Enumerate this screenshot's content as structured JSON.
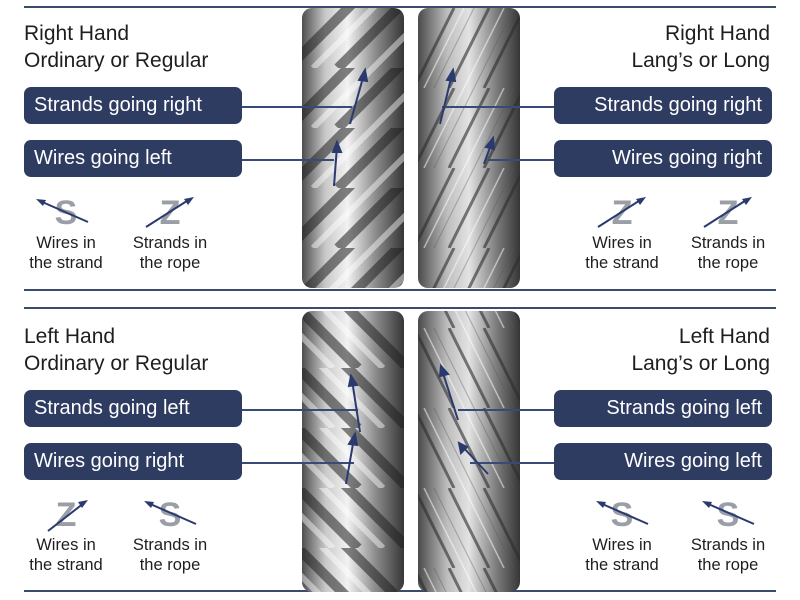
{
  "panels": {
    "top_left": {
      "title_line1": "Right Hand",
      "title_line2": "Ordinary or Regular",
      "label_strands": "Strands going right",
      "label_wires": "Wires going left",
      "sym1": {
        "letter": "S",
        "line1": "Wires in",
        "line2": "the strand"
      },
      "sym2": {
        "letter": "Z",
        "line1": "Strands in",
        "line2": "the rope"
      }
    },
    "top_right": {
      "title_line1": "Right Hand",
      "title_line2": "Lang’s or Long",
      "label_strands": "Strands going right",
      "label_wires": "Wires going right",
      "sym1": {
        "letter": "Z",
        "line1": "Wires in",
        "line2": "the strand"
      },
      "sym2": {
        "letter": "Z",
        "line1": "Strands in",
        "line2": "the rope"
      }
    },
    "bottom_left": {
      "title_line1": "Left Hand",
      "title_line2": "Ordinary or Regular",
      "label_strands": "Strands going left",
      "label_wires": "Wires going right",
      "sym1": {
        "letter": "Z",
        "line1": "Wires in",
        "line2": "the strand"
      },
      "sym2": {
        "letter": "S",
        "line1": "Strands in",
        "line2": "the rope"
      }
    },
    "bottom_right": {
      "title_line1": "Left Hand",
      "title_line2": "Lang’s or Long",
      "label_strands": "Strands going left",
      "label_wires": "Wires going left",
      "sym1": {
        "letter": "S",
        "line1": "Wires in",
        "line2": "the strand"
      },
      "sym2": {
        "letter": "S",
        "line1": "Strands in",
        "line2": "the rope"
      }
    }
  },
  "colors": {
    "pill_bg": "#2f3c62",
    "pill_text": "#ffffff",
    "arrow": "#2b3a6e",
    "rule": "#3c4a6e",
    "symbol_letter": "#9a9ea6",
    "rope_dark": "#2a2a2a",
    "rope_light": "#e6e6e6"
  }
}
